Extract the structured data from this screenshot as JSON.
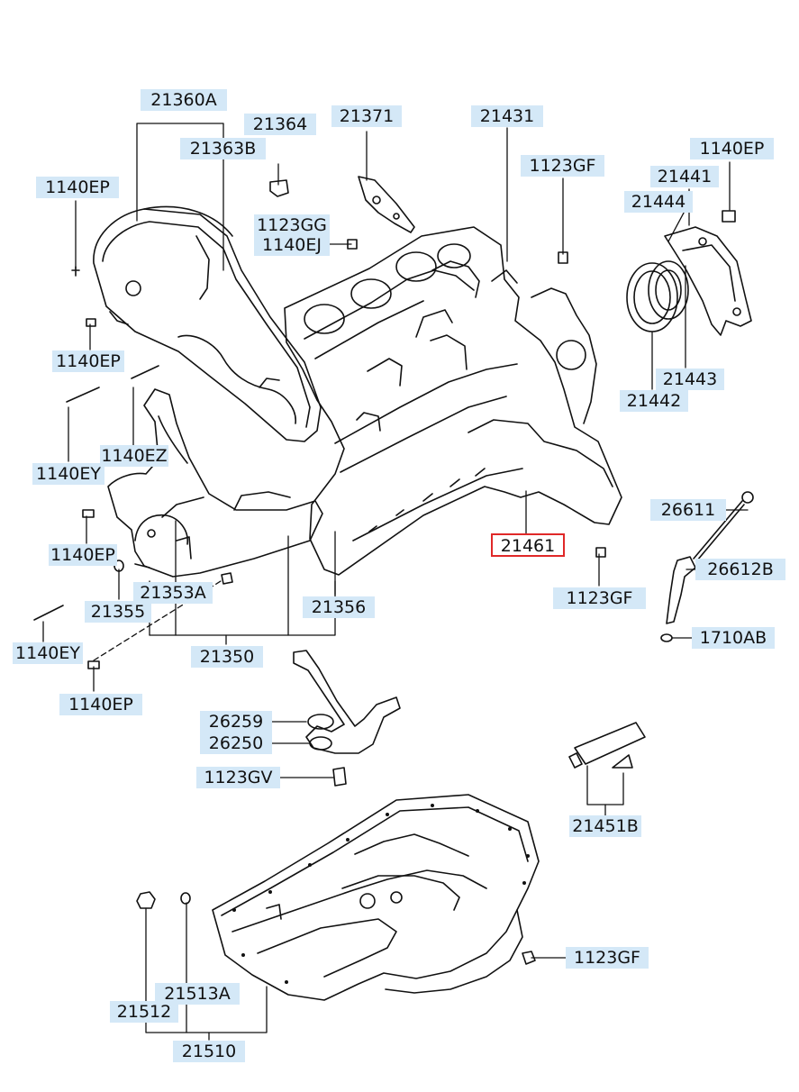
{
  "diagram": {
    "highlight_color": "#e02828",
    "callout_fill": "#d4e8f7",
    "callouts": {
      "p21360A": "21360A",
      "p21363B": "21363B",
      "p21364": "21364",
      "p21371": "21371",
      "p21431": "21431",
      "p1123GF_top": "1123GF",
      "p1140EP_right": "1140EP",
      "p21441": "21441",
      "p21444": "21444",
      "p1140EP_tl": "1140EP",
      "p1123GG": "1123GG",
      "p1140EJ": "1140EJ",
      "p1140EP_l2": "1140EP",
      "p21443": "21443",
      "p21442": "21442",
      "p1140EZ": "1140EZ",
      "p1140EY_a": "1140EY",
      "p26611": "26611",
      "p21461": "21461",
      "p1140EP_l3": "1140EP",
      "p26612B": "26612B",
      "p21353A": "21353A",
      "p1123GF_mid": "1123GF",
      "p21355": "21355",
      "p21356": "21356",
      "p1710AB": "1710AB",
      "p1140EY_b": "1140EY",
      "p21350": "21350",
      "p1140EP_bot": "1140EP",
      "p26259": "26259",
      "p26250": "26250",
      "p1123GV": "1123GV",
      "p21451B": "21451B",
      "p1123GF_bot": "1123GF",
      "p21513A": "21513A",
      "p21512": "21512",
      "p21510": "21510"
    },
    "selected_part": "21461"
  }
}
